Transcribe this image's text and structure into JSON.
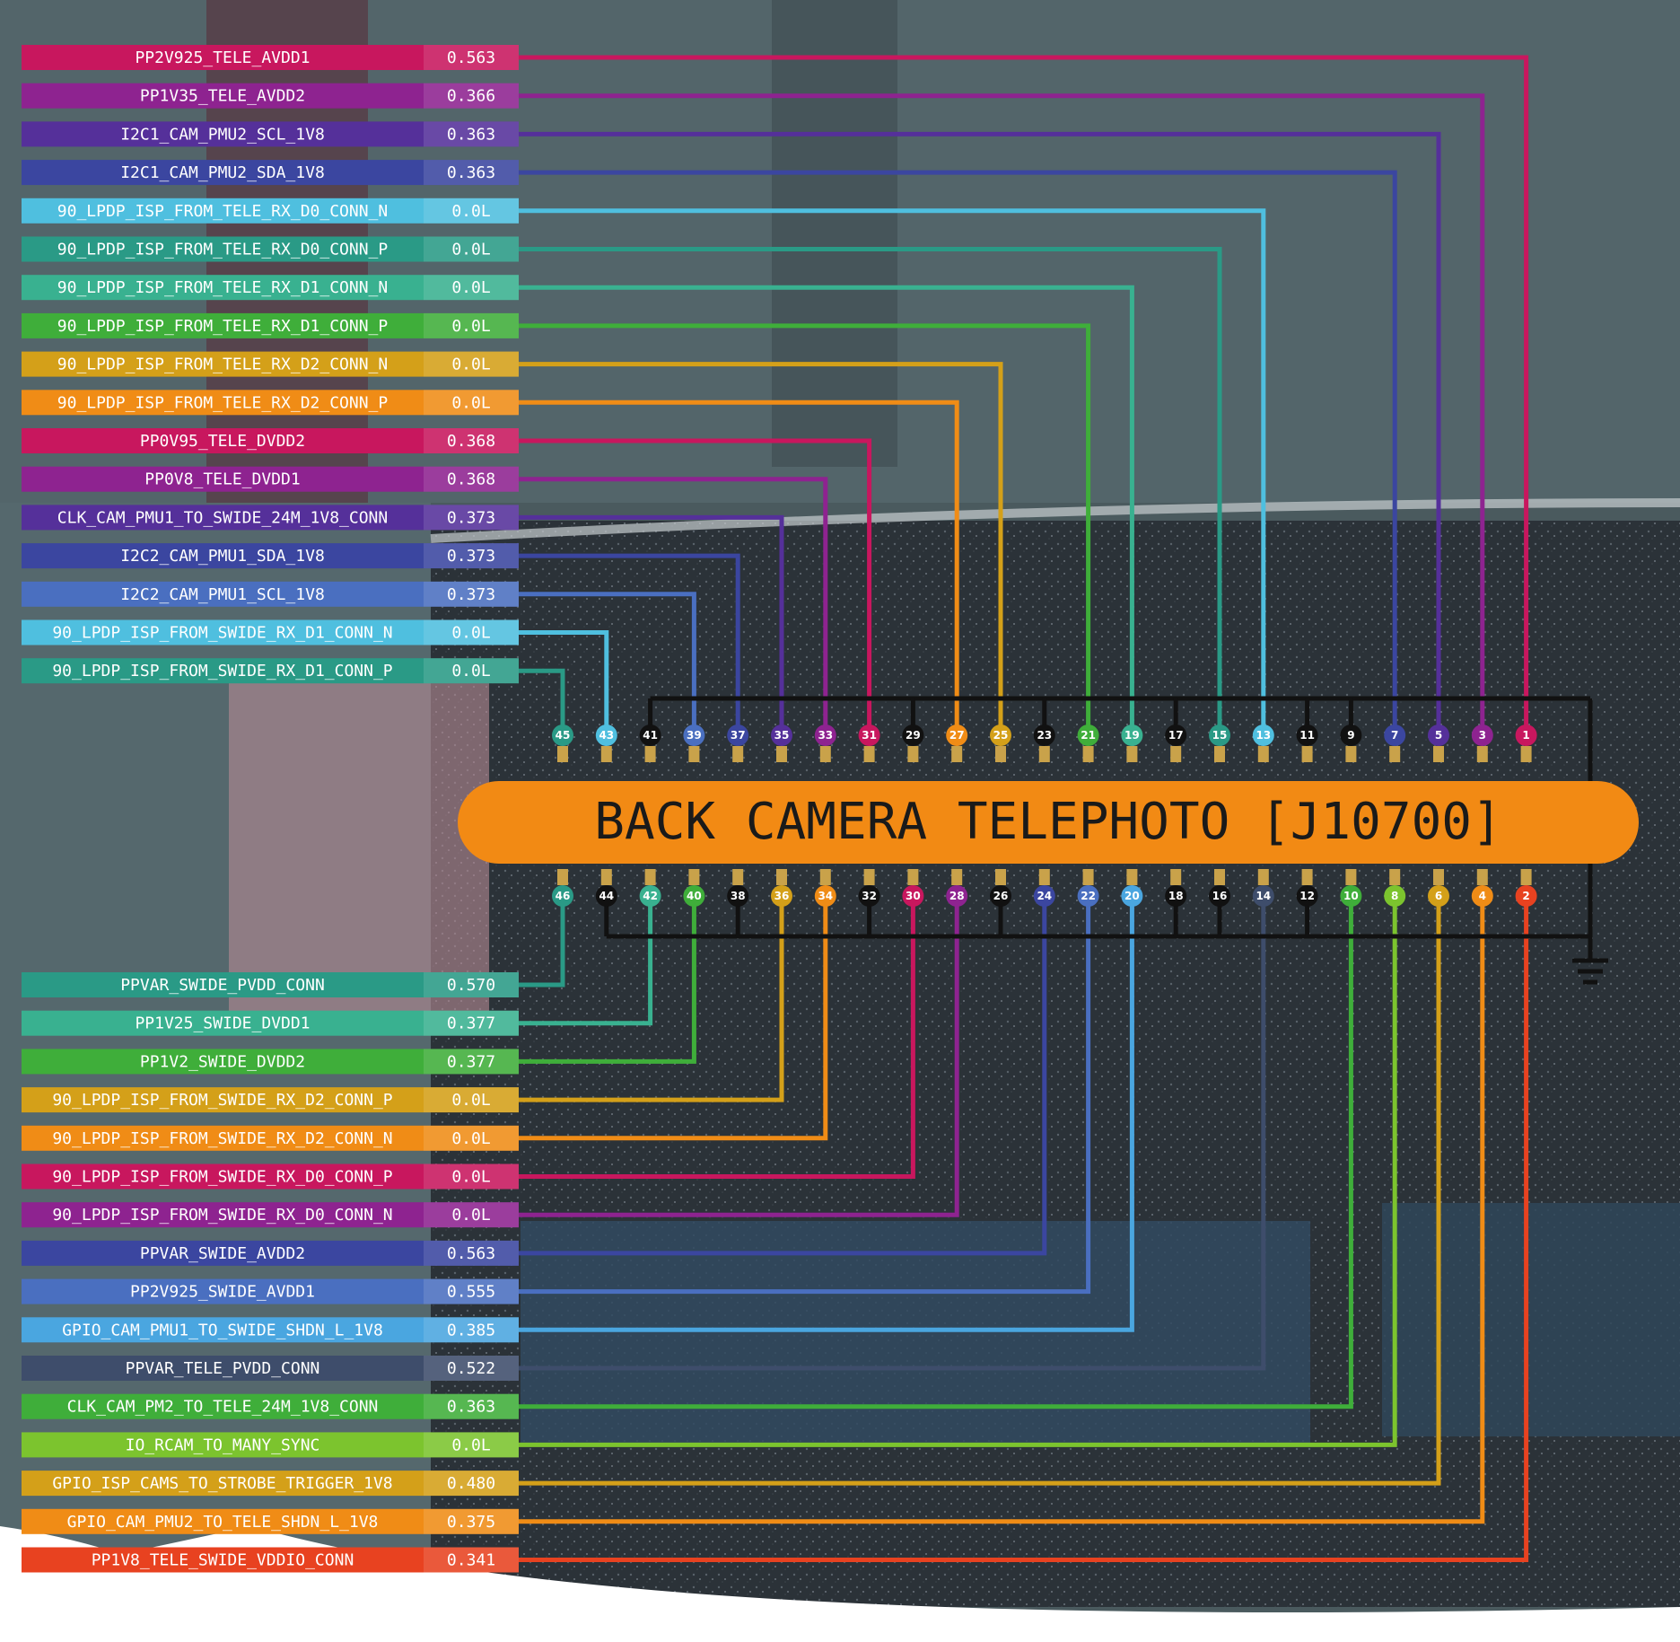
{
  "title": "BACK CAMERA TELEPHOTO [J10700]",
  "colors": {
    "ground_line": "#111111",
    "title_bg": "#f28a14",
    "title_text": "#1a1a1a"
  },
  "top_signals": [
    {
      "name": "PP2V925_TELE_AVDD1",
      "value": "0.563",
      "pin": 1,
      "color": "#c8175e"
    },
    {
      "name": "PP1V35_TELE_AVDD2",
      "value": "0.366",
      "pin": 3,
      "color": "#8e2390"
    },
    {
      "name": "I2C1_CAM_PMU2_SCL_1V8",
      "value": "0.363",
      "pin": 5,
      "color": "#55309a"
    },
    {
      "name": "I2C1_CAM_PMU2_SDA_1V8",
      "value": "0.363",
      "pin": 7,
      "color": "#3b46a0"
    },
    {
      "name": "90_LPDP_ISP_FROM_TELE_RX_D0_CONN_N",
      "value": "0.0L",
      "pin": 13,
      "color": "#4fbfdf"
    },
    {
      "name": "90_LPDP_ISP_FROM_TELE_RX_D0_CONN_P",
      "value": "0.0L",
      "pin": 15,
      "color": "#2a9a86"
    },
    {
      "name": "90_LPDP_ISP_FROM_TELE_RX_D1_CONN_N",
      "value": "0.0L",
      "pin": 19,
      "color": "#39b190"
    },
    {
      "name": "90_LPDP_ISP_FROM_TELE_RX_D1_CONN_P",
      "value": "0.0L",
      "pin": 21,
      "color": "#3fae3a"
    },
    {
      "name": "90_LPDP_ISP_FROM_TELE_RX_D2_CONN_N",
      "value": "0.0L",
      "pin": 25,
      "color": "#d4a019"
    },
    {
      "name": "90_LPDP_ISP_FROM_TELE_RX_D2_CONN_P",
      "value": "0.0L",
      "pin": 27,
      "color": "#f08c16"
    },
    {
      "name": "PP0V95_TELE_DVDD2",
      "value": "0.368",
      "pin": 31,
      "color": "#c8175e"
    },
    {
      "name": "PP0V8_TELE_DVDD1",
      "value": "0.368",
      "pin": 33,
      "color": "#8e2390"
    },
    {
      "name": "CLK_CAM_PMU1_TO_SWIDE_24M_1V8_CONN",
      "value": "0.373",
      "pin": 35,
      "color": "#55309a"
    },
    {
      "name": "I2C2_CAM_PMU1_SDA_1V8",
      "value": "0.373",
      "pin": 37,
      "color": "#3b46a0"
    },
    {
      "name": "I2C2_CAM_PMU1_SCL_1V8",
      "value": "0.373",
      "pin": 39,
      "color": "#4a6fc0"
    },
    {
      "name": "90_LPDP_ISP_FROM_SWIDE_RX_D1_CONN_N",
      "value": "0.0L",
      "pin": 43,
      "color": "#4fbfdf"
    },
    {
      "name": "90_LPDP_ISP_FROM_SWIDE_RX_D1_CONN_P",
      "value": "0.0L",
      "pin": 45,
      "color": "#2a9a86"
    }
  ],
  "bottom_signals": [
    {
      "name": "PPVAR_SWIDE_PVDD_CONN",
      "value": "0.570",
      "pin": 46,
      "color": "#2a9a86"
    },
    {
      "name": "PP1V25_SWIDE_DVDD1",
      "value": "0.377",
      "pin": 42,
      "color": "#39b190"
    },
    {
      "name": "PP1V2_SWIDE_DVDD2",
      "value": "0.377",
      "pin": 40,
      "color": "#3fae3a"
    },
    {
      "name": "90_LPDP_ISP_FROM_SWIDE_RX_D2_CONN_P",
      "value": "0.0L",
      "pin": 36,
      "color": "#d4a019"
    },
    {
      "name": "90_LPDP_ISP_FROM_SWIDE_RX_D2_CONN_N",
      "value": "0.0L",
      "pin": 34,
      "color": "#f08c16"
    },
    {
      "name": "90_LPDP_ISP_FROM_SWIDE_RX_D0_CONN_P",
      "value": "0.0L",
      "pin": 30,
      "color": "#c8175e"
    },
    {
      "name": "90_LPDP_ISP_FROM_SWIDE_RX_D0_CONN_N",
      "value": "0.0L",
      "pin": 28,
      "color": "#8e2390"
    },
    {
      "name": "PPVAR_SWIDE_AVDD2",
      "value": "0.563",
      "pin": 24,
      "color": "#3b46a0"
    },
    {
      "name": "PP2V925_SWIDE_AVDD1",
      "value": "0.555",
      "pin": 22,
      "color": "#4a6fc0"
    },
    {
      "name": "GPIO_CAM_PMU1_TO_SWIDE_SHDN_L_1V8",
      "value": "0.385",
      "pin": 20,
      "color": "#4aa6e0"
    },
    {
      "name": "PPVAR_TELE_PVDD_CONN",
      "value": "0.522",
      "pin": 14,
      "color": "#3e4d6b"
    },
    {
      "name": "CLK_CAM_PM2_TO_TELE_24M_1V8_CONN",
      "value": "0.363",
      "pin": 10,
      "color": "#3fae3a"
    },
    {
      "name": "IO_RCAM_TO_MANY_SYNC",
      "value": "0.0L",
      "pin": 8,
      "color": "#7cc42e"
    },
    {
      "name": "GPIO_ISP_CAMS_TO_STROBE_TRIGGER_1V8",
      "value": "0.480",
      "pin": 6,
      "color": "#d4a019"
    },
    {
      "name": "GPIO_CAM_PMU2_TO_TELE_SHDN_L_1V8",
      "value": "0.375",
      "pin": 4,
      "color": "#f08c16"
    },
    {
      "name": "PP1V8_TELE_SWIDE_VDDIO_CONN",
      "value": "0.341",
      "pin": 2,
      "color": "#e84220"
    }
  ],
  "top_pins": [
    {
      "num": 45,
      "color": "#2a9a86"
    },
    {
      "num": 43,
      "color": "#4fbfdf"
    },
    {
      "num": 41,
      "color": "#111111"
    },
    {
      "num": 39,
      "color": "#4a6fc0"
    },
    {
      "num": 37,
      "color": "#3b46a0"
    },
    {
      "num": 35,
      "color": "#55309a"
    },
    {
      "num": 33,
      "color": "#8e2390"
    },
    {
      "num": 31,
      "color": "#c8175e"
    },
    {
      "num": 29,
      "color": "#111111"
    },
    {
      "num": 27,
      "color": "#f08c16"
    },
    {
      "num": 25,
      "color": "#d4a019"
    },
    {
      "num": 23,
      "color": "#111111"
    },
    {
      "num": 21,
      "color": "#3fae3a"
    },
    {
      "num": 19,
      "color": "#39b190"
    },
    {
      "num": 17,
      "color": "#111111"
    },
    {
      "num": 15,
      "color": "#2a9a86"
    },
    {
      "num": 13,
      "color": "#4fbfdf"
    },
    {
      "num": 11,
      "color": "#111111"
    },
    {
      "num": 9,
      "color": "#111111"
    },
    {
      "num": 7,
      "color": "#3b46a0"
    },
    {
      "num": 5,
      "color": "#55309a"
    },
    {
      "num": 3,
      "color": "#8e2390"
    },
    {
      "num": 1,
      "color": "#c8175e"
    }
  ],
  "bottom_pins": [
    {
      "num": 46,
      "color": "#2a9a86"
    },
    {
      "num": 44,
      "color": "#111111"
    },
    {
      "num": 42,
      "color": "#39b190"
    },
    {
      "num": 40,
      "color": "#3fae3a"
    },
    {
      "num": 38,
      "color": "#111111"
    },
    {
      "num": 36,
      "color": "#d4a019"
    },
    {
      "num": 34,
      "color": "#f08c16"
    },
    {
      "num": 32,
      "color": "#111111"
    },
    {
      "num": 30,
      "color": "#c8175e"
    },
    {
      "num": 28,
      "color": "#8e2390"
    },
    {
      "num": 26,
      "color": "#111111"
    },
    {
      "num": 24,
      "color": "#3b46a0"
    },
    {
      "num": 22,
      "color": "#4a6fc0"
    },
    {
      "num": 20,
      "color": "#4aa6e0"
    },
    {
      "num": 18,
      "color": "#111111"
    },
    {
      "num": 16,
      "color": "#111111"
    },
    {
      "num": 14,
      "color": "#3e4d6b"
    },
    {
      "num": 12,
      "color": "#111111"
    },
    {
      "num": 10,
      "color": "#3fae3a"
    },
    {
      "num": 8,
      "color": "#7cc42e"
    },
    {
      "num": 6,
      "color": "#d4a019"
    },
    {
      "num": 4,
      "color": "#f08c16"
    },
    {
      "num": 2,
      "color": "#e84220"
    }
  ]
}
